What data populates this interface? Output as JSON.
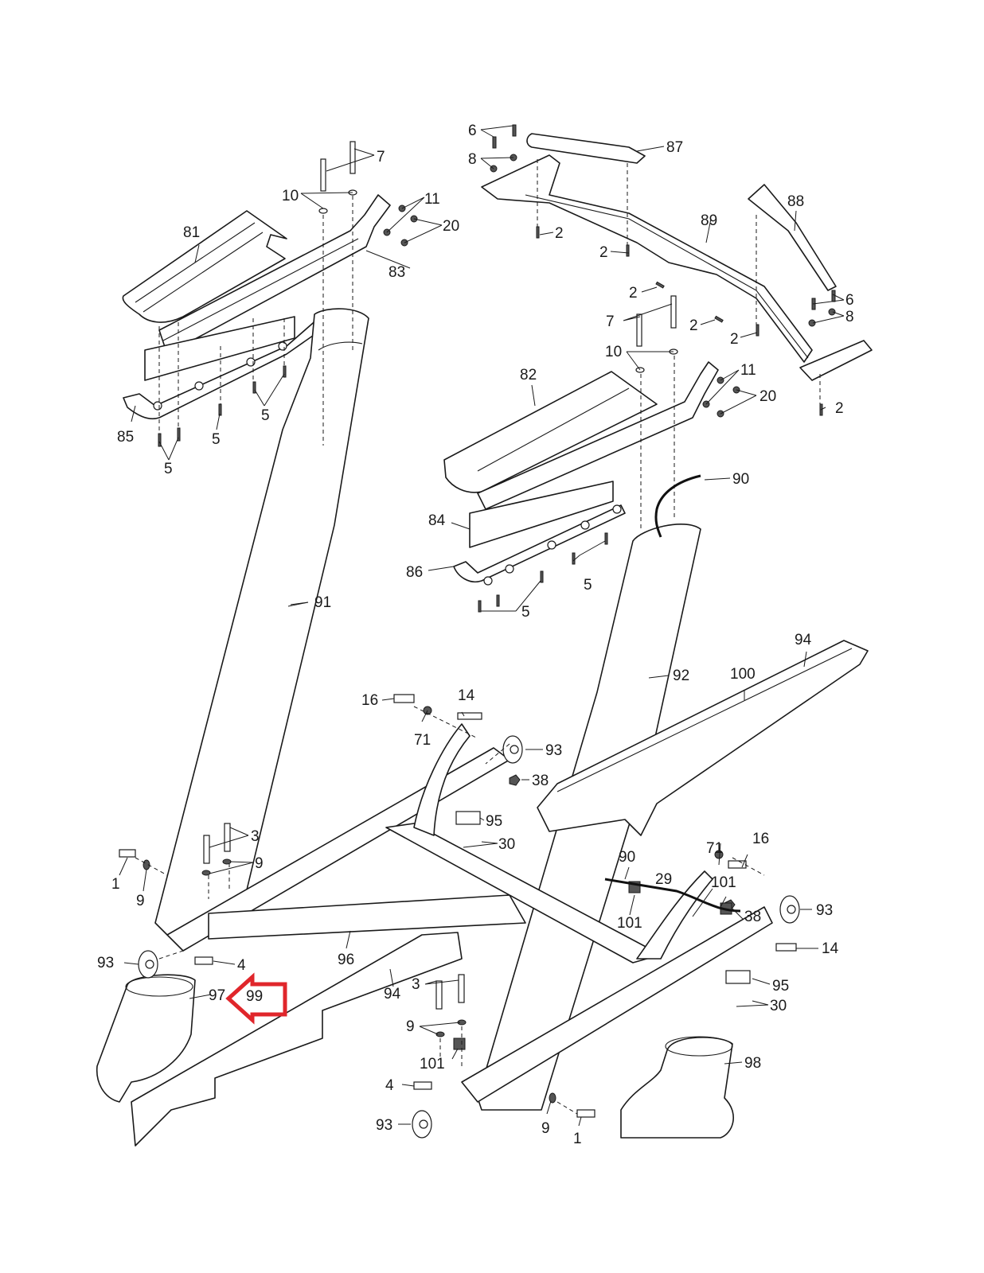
{
  "title": "Treadmill upright and handrail assembly - exploded parts diagram",
  "highlight": {
    "part": "99",
    "arrow_color": "#e0262b",
    "direction": "left"
  },
  "parts": {
    "p1": "1",
    "p2": "2",
    "p3": "3",
    "p4": "4",
    "p5": "5",
    "p6": "6",
    "p7": "7",
    "p8": "8",
    "p9": "9",
    "p10": "10",
    "p11": "11",
    "p14": "14",
    "p16": "16",
    "p20": "20",
    "p29": "29",
    "p30": "30",
    "p38": "38",
    "p71": "71",
    "p81": "81",
    "p82": "82",
    "p83": "83",
    "p84": "84",
    "p85": "85",
    "p86": "86",
    "p87": "87",
    "p88": "88",
    "p89": "89",
    "p90": "90",
    "p91": "91",
    "p92": "92",
    "p93": "93",
    "p94": "94",
    "p95": "95",
    "p96": "96",
    "p97": "97",
    "p98": "98",
    "p99": "99",
    "p100": "100",
    "p101": "101"
  }
}
